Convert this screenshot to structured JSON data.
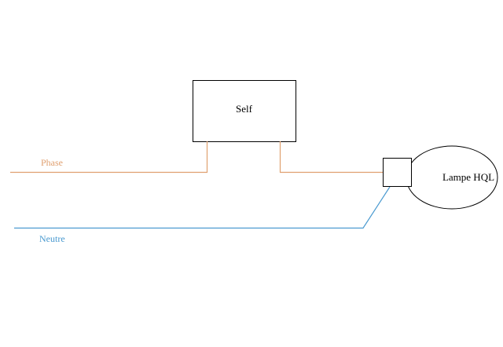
{
  "labels": {
    "self": "Self",
    "lamp": "Lampe HQL",
    "phase": "Phase",
    "neutral": "Neutre"
  },
  "colors": {
    "phase_wire": "#e0a070",
    "neutral_wire": "#4a9ad0",
    "outline": "#000000",
    "background": "#ffffff"
  }
}
